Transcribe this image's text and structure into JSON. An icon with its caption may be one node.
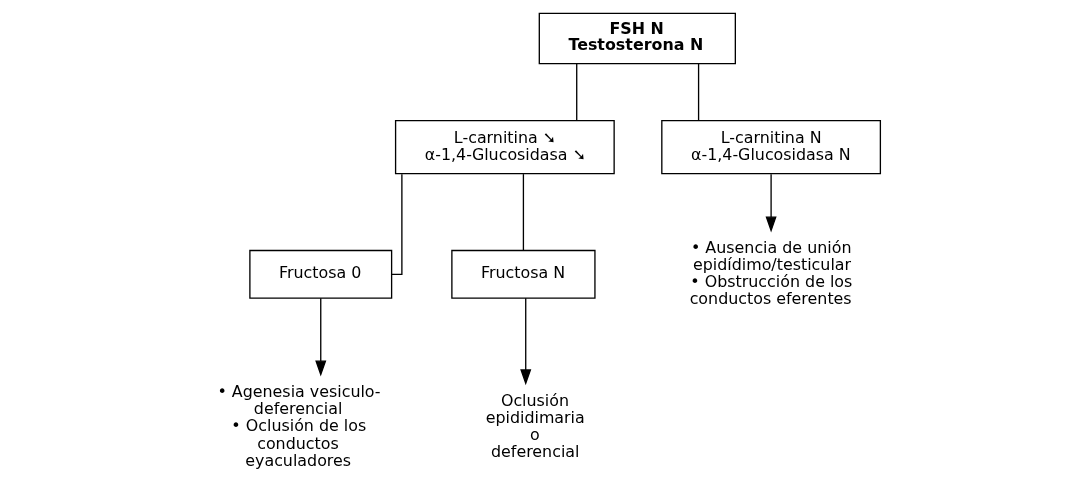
{
  "diagram": {
    "nodes": [
      {
        "text": [
          "FSH N",
          "Testosterona N"
        ]
      },
      {
        "text": [
          "L-carnitina ➘",
          "α-1,4-Glucosidasa ➘"
        ]
      },
      {
        "text": [
          "L-carnitina N",
          "α-1,4-Glucosidasa N"
        ]
      },
      {
        "text": [
          "Fructosa 0"
        ]
      },
      {
        "text": [
          "Fructosa N"
        ]
      },
      {
        "text": [
          "• Agenesia vesiculo-deferencial",
          "• Oclusión de los conductos eyaculadores"
        ]
      },
      {
        "text": [
          "Oclusión epididimaria o deferencial"
        ]
      },
      {
        "text": [
          "• Ausencia de unión epidídimo/testicular",
          "• Obstrucción de los conductos eferentes"
        ]
      }
    ],
    "edges": [
      {
        "from": 0,
        "to": 1,
        "arrow": "none"
      },
      {
        "from": 0,
        "to": 2,
        "arrow": "none"
      },
      {
        "from": 1,
        "to": 3,
        "arrow": "none"
      },
      {
        "from": 1,
        "to": 4,
        "arrow": "none"
      },
      {
        "from": 3,
        "to": 5,
        "arrow": "to"
      },
      {
        "from": 4,
        "to": 6,
        "arrow": "to"
      },
      {
        "from": 2,
        "to": 7,
        "arrow": "to"
      }
    ]
  }
}
